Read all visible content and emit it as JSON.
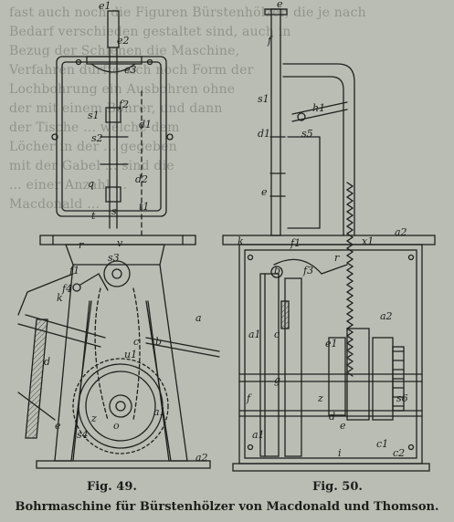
{
  "background_text_lines": [
    "fast auch noch die Figuren Bürstenhölzer, die je nach",
    "Bedarf verschieden gestaltet sind, auch in",
    "Bezug der Schienen die Maschine,",
    "Verfahren dürfte sich noch Form der",
    "Lochbohrung ein Ausbohren ohne",
    "der mit einem Bohrer, und dann",
    "der Tische ... welche dem",
    "Löcher in der ... gegeben",
    "mit der Gabel ... sind die",
    "... einer Anzahl ...",
    "Macdonald ..."
  ],
  "fig49": {
    "label": "Fig. 49.",
    "annotations": [
      "e1",
      "e2",
      "e3",
      "f2",
      "s1",
      "d1",
      "s2",
      "d2",
      "q",
      "s",
      "t",
      "t1",
      "r",
      "v",
      "s3",
      "f4",
      "f1",
      "k",
      "c",
      "b",
      "u1",
      "a",
      "d",
      "a1",
      "o",
      "z",
      "s4",
      "e",
      "a2"
    ]
  },
  "fig50": {
    "label": "Fig. 50.",
    "annotations": [
      "e",
      "f",
      "s1",
      "s5",
      "h1",
      "d1",
      "e",
      "f1",
      "f3",
      "a2",
      "x1",
      "k",
      "r",
      "b",
      "a1",
      "c",
      "e1",
      "g",
      "z",
      "a2",
      "s6",
      "f",
      "a1",
      "d",
      "e",
      "c1",
      "c2",
      "i"
    ]
  },
  "caption": "Bohrmaschine für Bürstenhölzer von Macdonald und Thomson."
}
